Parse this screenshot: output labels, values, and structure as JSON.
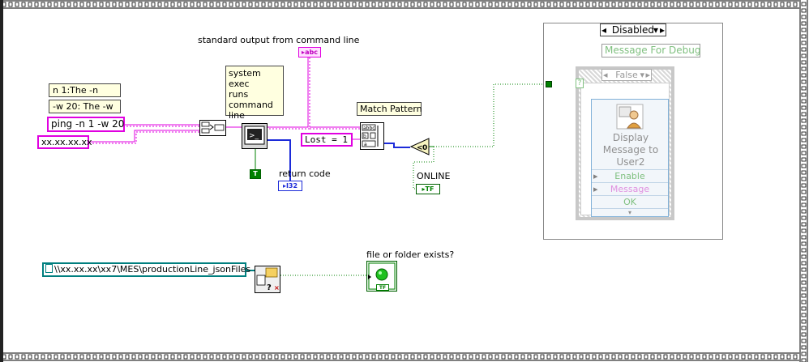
{
  "notes": {
    "ping_n": "n 1:The -n",
    "ping_w": "-w 20: The -w",
    "sysexec": [
      "system exec",
      "runs",
      "command",
      "line"
    ]
  },
  "constants": {
    "command": "ping -n  1 -w 20",
    "ip": "xx.xx.xx.xx",
    "lost": "Lost = 1",
    "path": "\\\\xx.xx.xx\\xx7\\MES\\productionLine_jsonFiles",
    "true_const": "T"
  },
  "labels": {
    "stdout": "standard output from command line",
    "match": "Match Pattern",
    "return_code": "return code",
    "online": "ONLINE",
    "exists": "file or folder exists?"
  },
  "terminals": {
    "stdout_type": "abc",
    "return_type": "I32",
    "online_type": "TF",
    "exists_type": "TF"
  },
  "compare": {
    "value": "0"
  },
  "case_structure": {
    "selector": "Disabled",
    "message_label": "Message For Debug",
    "inner_selector": "False",
    "question": "?",
    "express_vi": {
      "title_lines": [
        "Display",
        "Message to",
        "User2"
      ],
      "terminals": [
        "Enable",
        "Message",
        "OK"
      ]
    }
  },
  "colors": {
    "string_wire": "#e000e0",
    "bool_wire": "#008000",
    "int_wire": "#1c2bd9",
    "path_wire": "#007f7f",
    "note_bg": "#ffffe0",
    "disabled_text": "#80c080"
  }
}
